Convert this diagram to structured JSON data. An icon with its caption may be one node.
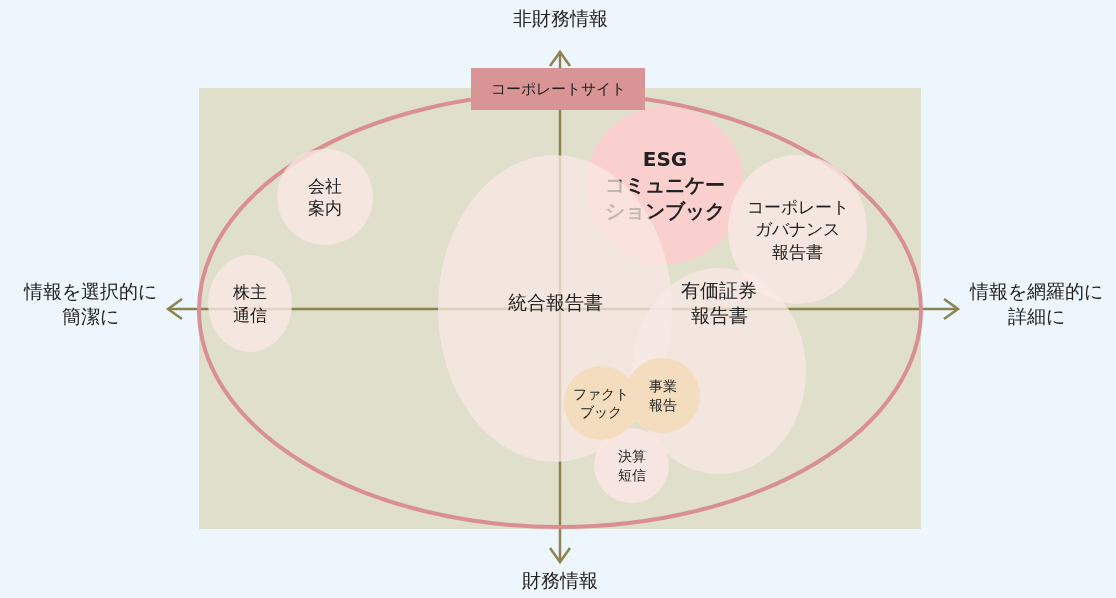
{
  "diagram": {
    "nodes": [
      {
        "text": [
          "コーポレートサイト"
        ]
      },
      {
        "text": [
          "ESGコミュニケーションブック"
        ],
        "in": 0
      },
      {
        "text": [
          "会社案内"
        ],
        "in": 0
      },
      {
        "text": [
          "コーポレートガバナンス報告書"
        ],
        "in": 0
      },
      {
        "text": [
          "統合報告書"
        ],
        "in": 0
      },
      {
        "text": [
          "株主通信"
        ],
        "in": 0
      },
      {
        "text": [
          "有価証券報告書"
        ],
        "in": 0
      },
      {
        "text": [
          "ファクトブック"
        ],
        "in": 4
      },
      {
        "text": [
          "事業報告"
        ],
        "in": 0
      },
      {
        "text": [
          "決算短信"
        ],
        "in": 0
      }
    ],
    "labels": [
      "非財務情報",
      "情報を選択的に簡潔に",
      "情報を網羅的に詳細に",
      "財務情報"
    ]
  }
}
